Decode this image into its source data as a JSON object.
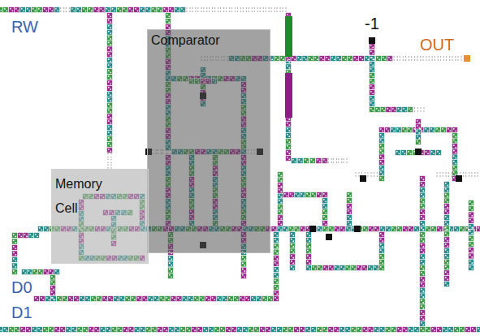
{
  "diagram": {
    "nodes": [
      {
        "text": [
          "Comparator"
        ]
      },
      {
        "text": [
          "Memory Cell"
        ]
      }
    ],
    "labels": [
      "RW",
      "D0",
      "D1",
      "-1",
      "OUT"
    ]
  }
}
